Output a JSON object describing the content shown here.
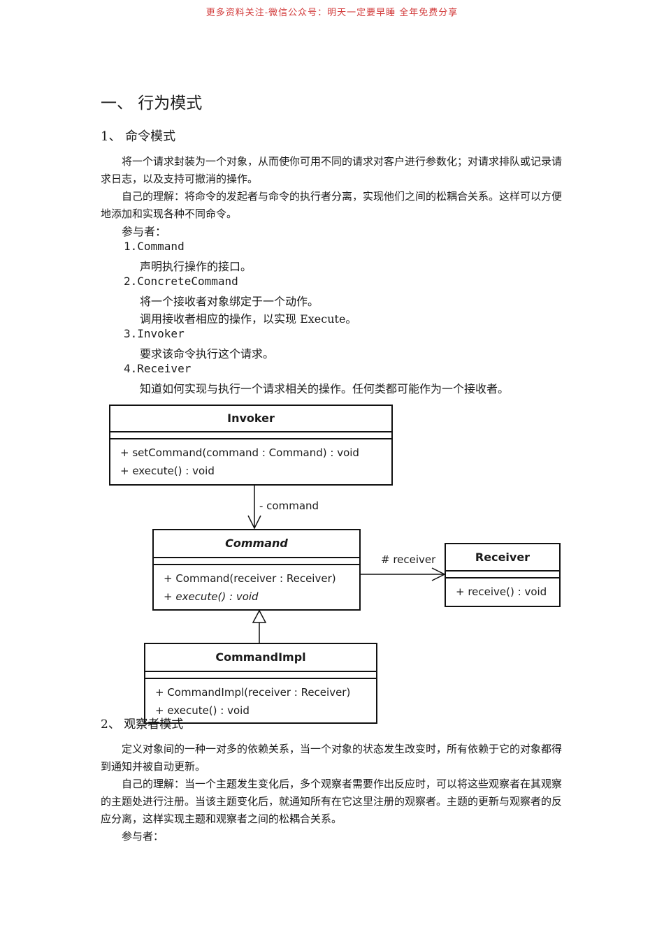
{
  "banner": "更多资料关注-微信公众号：明天一定要早睡 全年免费分享",
  "heading1": "一、  行为模式",
  "section1": {
    "title": "1、 命令模式",
    "definition": "将一个请求封装为一个对象，从而使你可用不同的请求对客户进行参数化；对请求排队或记录请求日志，以及支持可撤消的操作。",
    "understanding": "自己的理解：将命令的发起者与命令的执行者分离，实现他们之间的松耦合关系。这样可以方便地添加和实现各种不同命令。",
    "participants_label": "参与者：",
    "participants": [
      {
        "name": "1.Command",
        "descriptions": [
          "声明执行操作的接口。"
        ]
      },
      {
        "name": "2.ConcreteCommand",
        "descriptions": [
          "将一个接收者对象绑定于一个动作。",
          "调用接收者相应的操作，以实现 Execute。"
        ]
      },
      {
        "name": "3.Invoker",
        "descriptions": [
          "要求该命令执行这个请求。"
        ]
      },
      {
        "name": "4.Receiver",
        "descriptions": [
          "知道如何实现与执行一个请求相关的操作。任何类都可能作为一个接收者。"
        ]
      }
    ]
  },
  "diagram": {
    "invoker": {
      "name": "Invoker",
      "ops": [
        "+ setCommand(command : Command) : void",
        "+ execute() : void"
      ]
    },
    "command": {
      "name": "Command",
      "ops": [
        "+ Command(receiver : Receiver)",
        "+ execute() : void"
      ]
    },
    "receiver": {
      "name": "Receiver",
      "ops": [
        "+ receive() : void"
      ]
    },
    "commandimpl": {
      "name": "CommandImpl",
      "ops": [
        "+ CommandImpl(receiver : Receiver)",
        "+ execute() : void"
      ]
    },
    "edge_command": "- command",
    "edge_receiver": "# receiver"
  },
  "section2": {
    "title": "2、 观察者模式",
    "definition": "定义对象间的一种一对多的依赖关系，当一个对象的状态发生改变时，所有依赖于它的对象都得到通知并被自动更新。",
    "understanding": "自己的理解：当一个主题发生变化后，多个观察者需要作出反应时，可以将这些观察者在其观察的主题处进行注册。当该主题变化后，就通知所有在它这里注册的观察者。主题的更新与观察者的反应分离，这样实现主题和观察者之间的松耦合关系。",
    "participants_label": "参与者："
  }
}
